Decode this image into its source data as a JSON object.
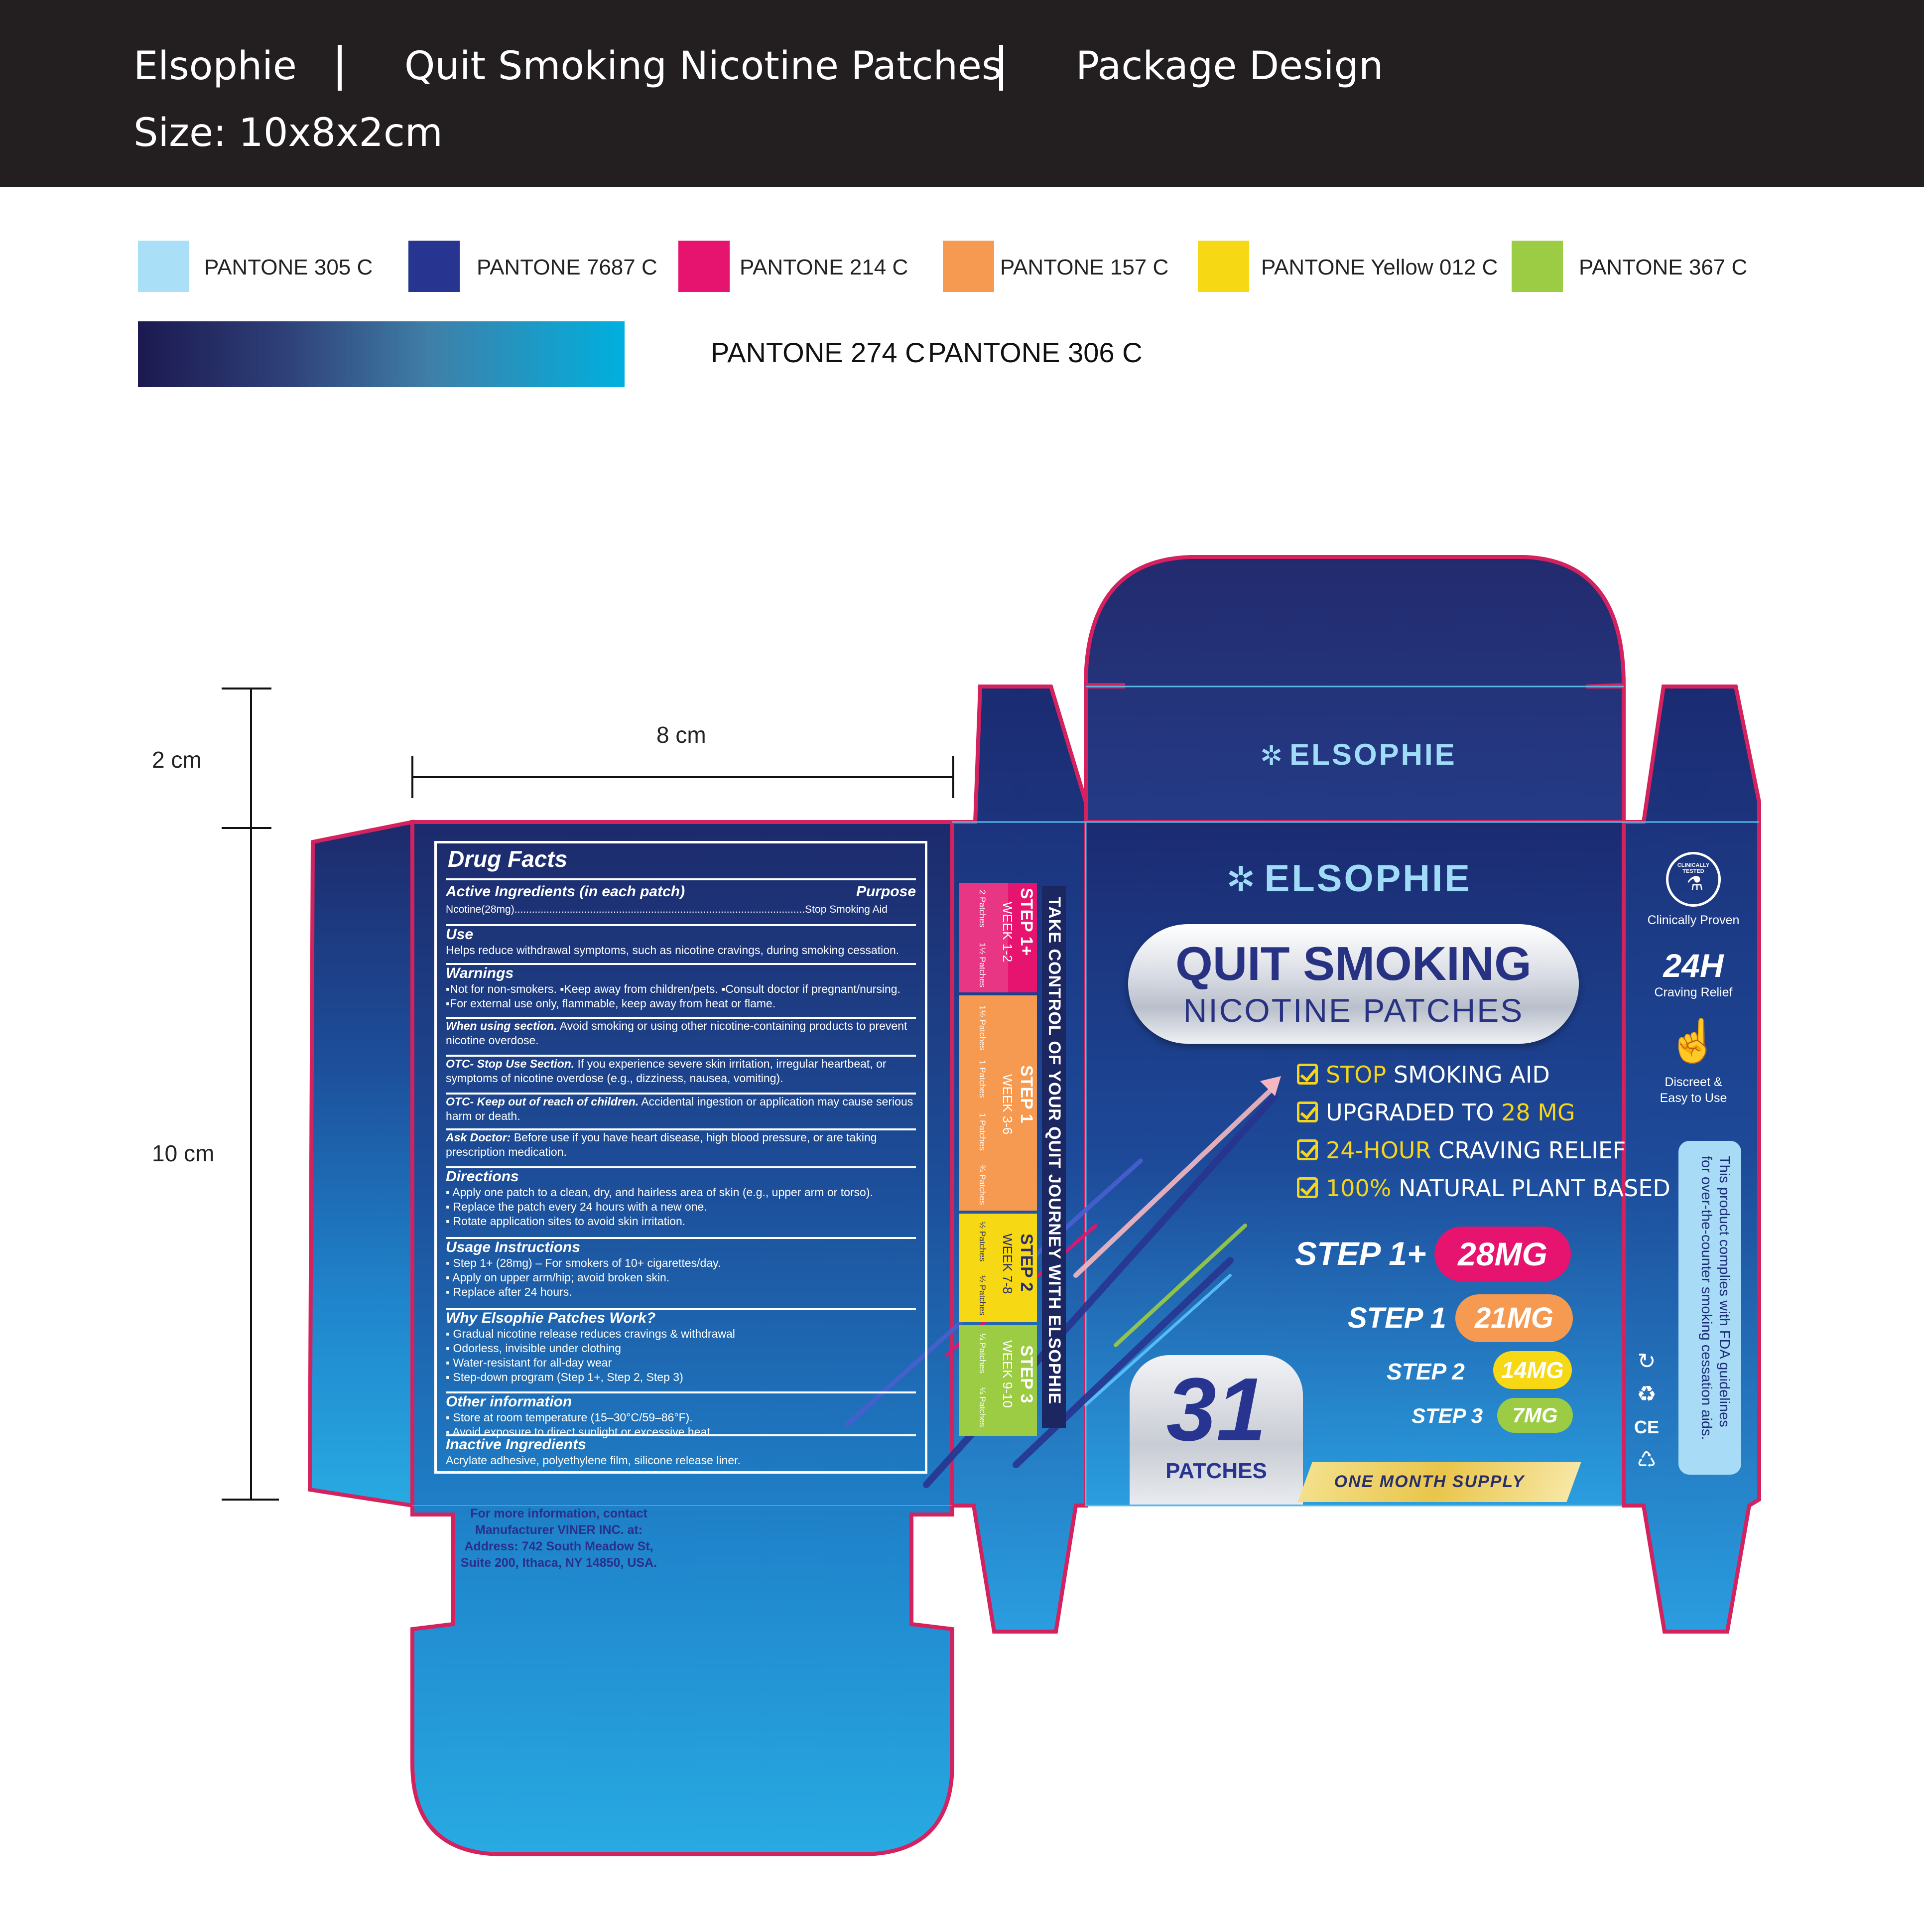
{
  "header": {
    "brand": "Elsophie",
    "product": "Quit Smoking Nicotine Patches",
    "doc_type": "Package Design",
    "size": "Size: 10x8x2cm"
  },
  "swatches": [
    {
      "label": "PANTONE 305 C",
      "color": "#a9dff7"
    },
    {
      "label": "PANTONE 7687 C",
      "color": "#283590"
    },
    {
      "label": "PANTONE 214 C",
      "color": "#e6136f"
    },
    {
      "label": "PANTONE 157 C",
      "color": "#f79a51"
    },
    {
      "label": "PANTONE Yellow 012 C",
      "color": "#f6d814"
    },
    {
      "label": "PANTONE 367 C",
      "color": "#9ccc44"
    }
  ],
  "gradient": {
    "label_a": "PANTONE 274 C",
    "label_b": "PANTONE 306 C",
    "from": "#1b1950",
    "to": "#00b0df"
  },
  "dimensions": {
    "depth": "2 cm",
    "width": "8 cm",
    "height": "10 cm"
  },
  "drug_facts": {
    "title": "Drug Facts",
    "active_label": "Active Ingredients (in each patch)",
    "purpose_label": "Purpose",
    "active_line": "Ncotine(28mg)....................................................................................................Stop Smoking Aid",
    "use_h": "Use",
    "use_b": "Helps reduce withdrawal symptoms, such as nicotine cravings, during smoking cessation.",
    "warn_h": "Warnings",
    "warn_1": "▪Not for non-smokers. ▪Keep away from children/pets. ▪Consult doctor if pregnant/nursing.",
    "warn_2": "▪For external use only, flammable, keep away from heat or flame.",
    "when_h": "When using section.",
    "when_b": "Avoid smoking or using other nicotine-containing products to prevent nicotine overdose.",
    "otc1_h": "OTC- Stop Use Section.",
    "otc1_b": "If you experience severe skin irritation, irregular heartbeat, or symptoms of nicotine overdose (e.g., dizziness, nausea, vomiting).",
    "otc2_h": "OTC- Keep out of reach of children.",
    "otc2_b": "Accidental ingestion or application may cause serious harm or death.",
    "ask_h": "Ask Doctor:",
    "ask_b": "Before use if you have heart disease, high blood pressure, or are taking prescription medication.",
    "dir_h": "Directions",
    "dir_1": "▪ Apply one patch to a clean, dry, and hairless area of skin (e.g., upper arm or torso).",
    "dir_2": "▪ Replace the patch every 24 hours with a new one.",
    "dir_3": "▪ Rotate application sites to avoid skin irritation.",
    "usage_h": "Usage Instructions",
    "usage_1": "▪ Step 1+ (28mg) – For smokers of 10+ cigarettes/day.",
    "usage_2": "▪ Apply on upper arm/hip; avoid broken skin.",
    "usage_3": "▪ Replace after 24 hours.",
    "why_h": "Why Elsophie Patches Work?",
    "why_1": "▪ Gradual nicotine release reduces cravings & withdrawal",
    "why_2": "▪ Odorless, invisible under clothing",
    "why_3": "▪ Water-resistant for all-day wear",
    "why_4": "▪ Step-down program (Step 1+, Step 2, Step 3)",
    "other_h": "Other information",
    "other_1": "▪ Store at room temperature (15–30°C/59–86°F).",
    "other_2": "▪ Avoid exposure to direct sunlight or excessive heat.",
    "inactive_h": "Inactive Ingredients",
    "inactive_b": "Acrylate adhesive, polyethylene film, silicone release liner."
  },
  "manufacturer": [
    "For more information, contact",
    "Manufacturer VINER INC. at:",
    "Address: 742 South Meadow St,",
    "Suite 200, Ithaca, NY 14850, USA."
  ],
  "side_panel": {
    "tagline": "TAKE CONTROL OF YOUR QUIT JOURNEY WITH ELSOPHIE",
    "steps": [
      {
        "step": "STEP 1+",
        "weeks": "WEEK 1-2",
        "dose_a": "2 Patches",
        "dose_b": "1½ Patches",
        "color": "#e6136f"
      },
      {
        "step": "STEP 1",
        "weeks": "WEEK 3-6",
        "dose_a": "1½ Patches",
        "dose_b": "1 Patches",
        "dose_c": "1 Patches",
        "dose_d": "¾ Patches",
        "color": "#f79a51"
      },
      {
        "step": "STEP 2",
        "weeks": "WEEK 7-8",
        "dose_a": "½ Patches",
        "dose_b": "½ Patches",
        "color": "#f6d814"
      },
      {
        "step": "STEP 3",
        "weeks": "WEEK 9-10",
        "dose_a": "¼ Patches",
        "dose_b": "¼ Patches",
        "color": "#9ccc44"
      }
    ]
  },
  "top_flap": {
    "brand": "ELSOPHIE"
  },
  "front": {
    "brand": "ELSOPHIE",
    "title_1": "QUIT SMOKING",
    "title_2": "NICOTINE PATCHES",
    "features": [
      {
        "hl": "STOP",
        "rest": " SMOKING AID"
      },
      {
        "hl": "",
        "rest": "UPGRADED TO ",
        "hl2": "28 MG"
      },
      {
        "hl": "24-HOUR",
        "rest": " CRAVING RELIEF"
      },
      {
        "hl": "100%",
        "rest": " NATURAL PLANT BASED"
      }
    ],
    "doses": [
      {
        "step": "STEP 1+",
        "mg": "28MG",
        "color": "#e6136f"
      },
      {
        "step": "STEP 1",
        "mg": "21MG",
        "color": "#f79a51"
      },
      {
        "step": "STEP 2",
        "mg": "14MG",
        "color": "#f6d814"
      },
      {
        "step": "STEP 3",
        "mg": "7MG",
        "color": "#9ccc44"
      }
    ],
    "count": "31",
    "count_label": "PATCHES",
    "supply": "ONE MONTH SUPPLY"
  },
  "right_side": {
    "badge_text": "CLINICALLY TESTED",
    "clinically": "Clinically Proven",
    "h24": "24H",
    "craving": "Craving Relief",
    "discreet_1": "Discreet &",
    "discreet_2": "Easy to Use",
    "fda_1": "This product complies with FDA guidelines",
    "fda_2": "for over-the-counter smoking cessation aids."
  }
}
